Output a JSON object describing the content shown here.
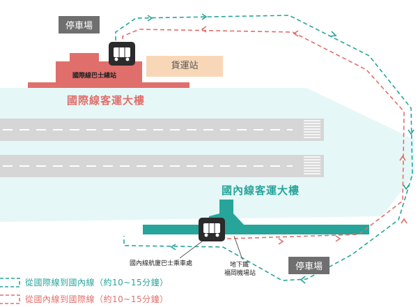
{
  "parking_top": "停車場",
  "parking_bottom": "停車場",
  "cargo": "貨運站",
  "intl_bus_stop": "國際線巴士總站",
  "intl_terminal": "國際線客運大樓",
  "dom_terminal": "國內線客運大樓",
  "dom_bus_stop": "國內線航廈巴士乘車處",
  "subway_line1": "地下鐵",
  "subway_line2": "福岡機場站",
  "legend": [
    {
      "text": "從國際線到國內線（約10~15分鐘）",
      "color": "#27a59a"
    },
    {
      "text": "從國內線到國際線（約10~15分鐘）",
      "color": "#e06f6b"
    }
  ],
  "colors": {
    "teal": "#27a59a",
    "red": "#e06f6b",
    "apron": "#e6f7f7",
    "runway": "#d6d6d6"
  }
}
